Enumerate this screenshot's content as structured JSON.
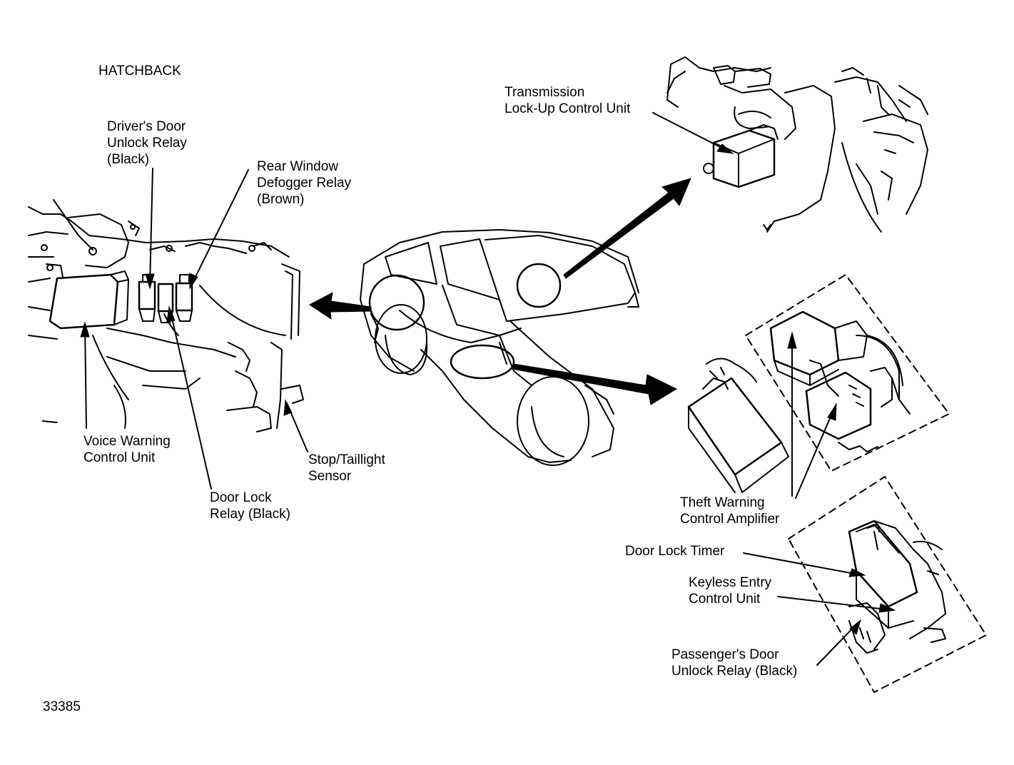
{
  "title": "HATCHBACK",
  "figure_number": "33385",
  "labels": {
    "drivers_door_relay": [
      "Driver's Door",
      "Unlock Relay",
      "(Black)"
    ],
    "rear_window_relay": [
      "Rear Window",
      "Defogger Relay",
      "(Brown)"
    ],
    "voice_warning": [
      "Voice Warning",
      "Control Unit"
    ],
    "door_lock_relay": [
      "Door Lock",
      "Relay (Black)"
    ],
    "stop_taillight": [
      "Stop/Taillight",
      "Sensor"
    ],
    "transmission_unit": [
      "Transmission",
      "Lock-Up Control Unit"
    ],
    "theft_warning": [
      "Theft Warning",
      "Control Amplifier"
    ],
    "door_lock_timer": [
      "Door Lock Timer"
    ],
    "keyless_entry": [
      "Keyless Entry",
      "Control Unit"
    ],
    "passenger_door_relay": [
      "Passenger's Door",
      "Unlock Relay (Black)"
    ]
  },
  "colors": {
    "ink": "#000000",
    "paper": "#ffffff"
  }
}
